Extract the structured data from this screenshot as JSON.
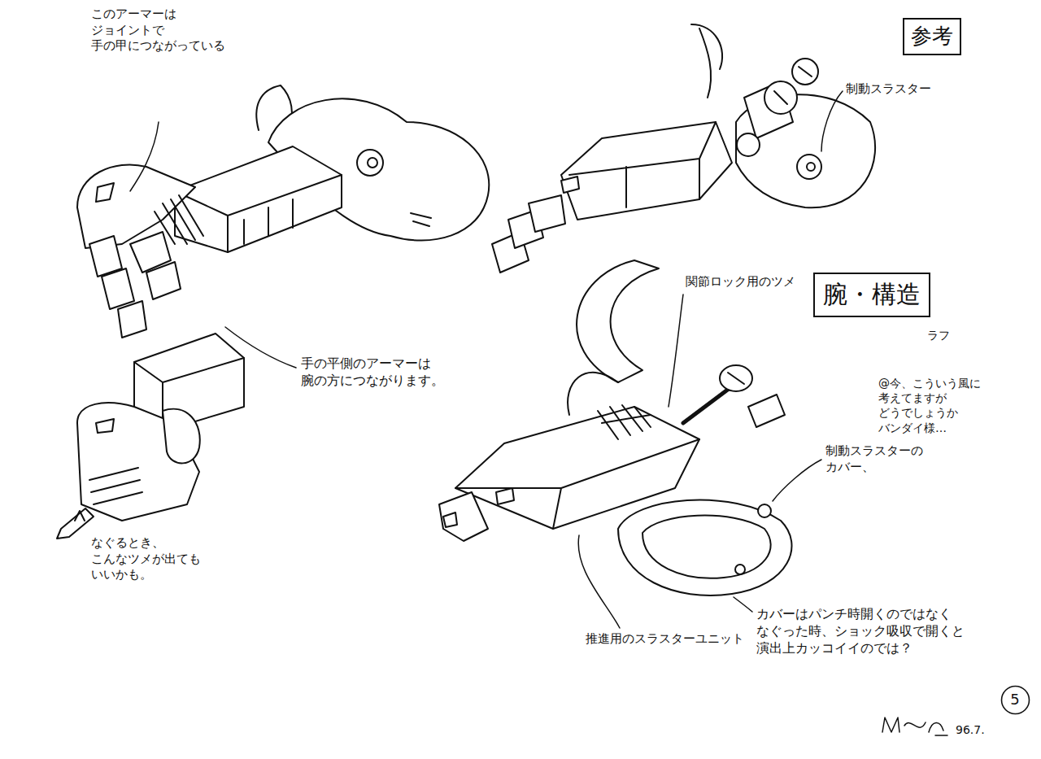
{
  "diagram": {
    "nodes": [
      {
        "text": [
          "参考"
        ]
      },
      {
        "text": [
          "腕・構造"
        ]
      },
      {
        "text": [
          "5"
        ]
      }
    ],
    "labels": [
      "このアーマーは ジョイントで 手の甲につながっている",
      "制動スラスター",
      "関節ロック用のツメ",
      "ラフ",
      "@今、こういう風に 考えてますが どうでしょうか バンダイ様…",
      "制動スラスターの カバー、",
      "手の平側のアーマーは 腕の方につながります。",
      "なぐるとき、 こんなツメが出ても いいかも。",
      "推進用のスラスターユニット",
      "カバーはパンチ時開くのではなく なぐった時、ショック吸収で開くと 演出上カッコイイのでは？",
      "96.7."
    ]
  }
}
